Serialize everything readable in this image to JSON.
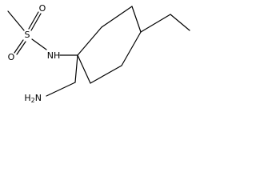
{
  "structure": {
    "atom_labels": {
      "sulfur": "S",
      "oxygen_top": "O",
      "oxygen_bottom": "O",
      "amine": "NH",
      "aminomethyl": "H2N"
    }
  }
}
